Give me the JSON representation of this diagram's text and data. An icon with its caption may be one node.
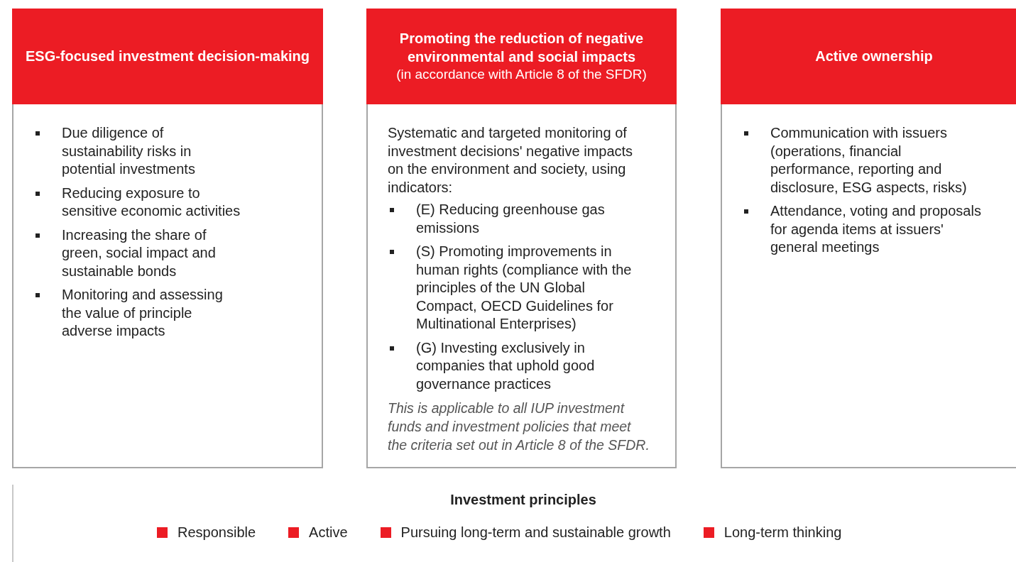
{
  "diagram": {
    "nodes": [
      {
        "text": [
          "ESG-focused investment decision-making",
          "Due diligence of sustainability risks in potential investments",
          "Reducing exposure to sensitive economic activities",
          "Increasing the share of green, social impact and sustainable bonds",
          "Monitoring and assessing the value of principle adverse impacts"
        ]
      },
      {
        "text": [
          "Promoting the reduction of negative environmental and social impacts",
          "(in accordance with Article 8 of the SFDR)",
          "Systematic and targeted monitoring of investment decisions' negative impacts on the environment and society, using indicators:",
          "(E) Reducing greenhouse gas emissions",
          "(S) Promoting improvements in human rights (compliance with the principles of the UN Global Compact, OECD Guidelines for Multinational Enterprises)",
          "(G) Investing exclusively in companies that uphold good governance practices",
          "This is applicable to all IUP investment funds and investment policies that meet the criteria set out in Article 8 of the SFDR."
        ]
      },
      {
        "text": [
          "Active ownership",
          "Communication with issuers (operations, financial performance, reporting and disclosure, ESG aspects, risks)",
          "Attendance, voting and proposals for agenda items at issuers' general meetings"
        ]
      },
      {
        "text": [
          "Investment principles",
          "Responsible",
          "Active",
          "Pursuing long-term and sustainable growth",
          "Long-term thinking"
        ]
      }
    ]
  }
}
